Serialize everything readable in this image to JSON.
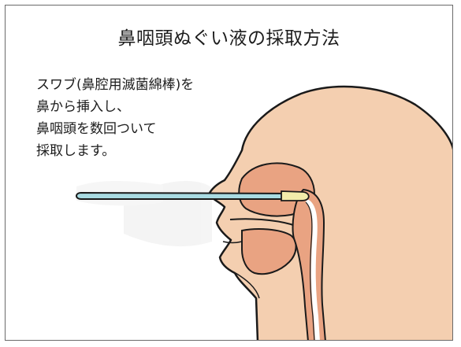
{
  "title": "鼻咽頭ぬぐい液の採取方法",
  "caption_lines": [
    "スワブ(鼻腔用滅菌綿棒)を",
    "鼻から挿入し、",
    "鼻咽頭を数回ついて",
    "採取します。"
  ],
  "colors": {
    "border": "#6a6a6a",
    "skin": "#f4cfb0",
    "tissue": "#e9a382",
    "airway": "#ffffff",
    "outline": "#1a1a1a",
    "swab_shaft": "#a9dbe2",
    "swab_tip": "#f2ecaa",
    "watercolor_bg": "#e6e6e6"
  },
  "icons": [
    "human-head-cross-section-icon",
    "nasal-swab-icon"
  ]
}
